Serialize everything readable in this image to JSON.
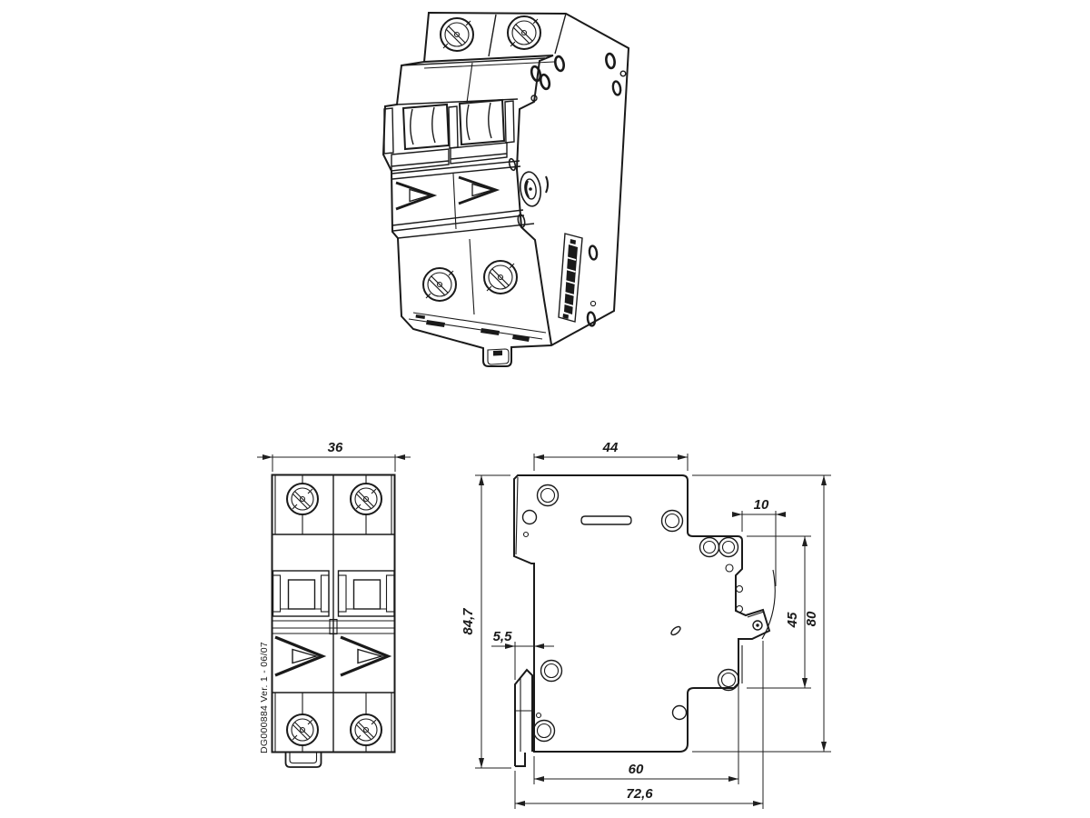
{
  "page": {
    "background": "#ffffff",
    "ink_color": "#1a1a1a",
    "dim_color": "#1f1f1f"
  },
  "front_view": {
    "doc_ref": "DG000884 Ver. 1 - 06/07",
    "dim_width": "36"
  },
  "side_view": {
    "dim_top_depth": "44",
    "dim_latch_depth": "10",
    "dim_overall_height": "84,7",
    "dim_rail_lip": "5,5",
    "dim_recess_height": "45",
    "dim_body_height": "80",
    "dim_lower_depth": "60",
    "dim_overall_depth": "72,6"
  }
}
